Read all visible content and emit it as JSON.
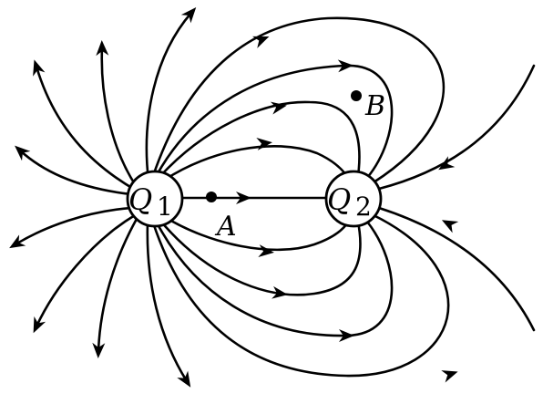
{
  "charges": {
    "q1": {
      "symbol": "Q",
      "subscript": "1"
    },
    "q2": {
      "symbol": "Q",
      "subscript": "2"
    }
  },
  "points": {
    "a": {
      "label": "A"
    },
    "b": {
      "label": "B"
    }
  }
}
